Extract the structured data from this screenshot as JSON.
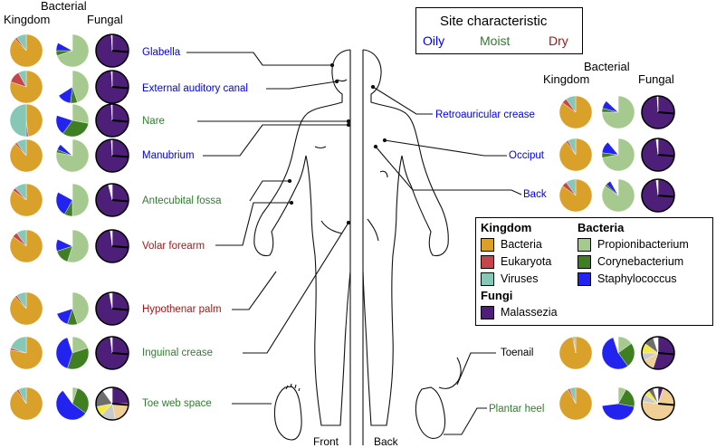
{
  "colors": {
    "bacteria": "#d9a12a",
    "eukaryota": "#c4464a",
    "viruses": "#86c7b6",
    "propionibacterium": "#a6c98f",
    "corynebacterium": "#3f7f21",
    "staphylococcus": "#2323f0",
    "malassezia": "#4e1f78",
    "oily": "#0000ee",
    "moist": "#2e7d2e",
    "dry": "#a01818",
    "fungal_other_1": "#efcf95",
    "fungal_other_2": "#c9c9c9",
    "fungal_other_3": "#f1ea47",
    "fungal_other_4": "#6e6e6e"
  },
  "headers": {
    "left_bacterial": "Bacterial",
    "left_kingdom": "Kingdom",
    "left_fungal": "Fungal",
    "right_bacterial": "Bacterial",
    "right_kingdom": "Kingdom",
    "right_fungal": "Fungal"
  },
  "site_characteristic": {
    "title": "Site characteristic",
    "oily": "Oily",
    "moist": "Moist",
    "dry": "Dry"
  },
  "body_labels": {
    "front": "Front",
    "back": "Back"
  },
  "sites": [
    {
      "name": "Glabella",
      "type": "oily"
    },
    {
      "name": "External auditory canal",
      "type": "oily"
    },
    {
      "name": "Nare",
      "type": "moist"
    },
    {
      "name": "Manubrium",
      "type": "oily"
    },
    {
      "name": "Antecubital fossa",
      "type": "moist"
    },
    {
      "name": "Volar forearm",
      "type": "dry"
    },
    {
      "name": "Hypothenar palm",
      "type": "dry"
    },
    {
      "name": "Inguinal crease",
      "type": "moist"
    },
    {
      "name": "Toe web space",
      "type": "moist"
    },
    {
      "name": "Retroauricular crease",
      "type": "oily"
    },
    {
      "name": "Occiput",
      "type": "oily"
    },
    {
      "name": "Back",
      "type": "oily"
    },
    {
      "name": "Toenail",
      "type": "none"
    },
    {
      "name": "Plantar heel",
      "type": "moist"
    }
  ],
  "legend": {
    "kingdom_title": "Kingdom",
    "kingdom_items": [
      "Bacteria",
      "Eukaryota",
      "Viruses"
    ],
    "bacteria_title": "Bacteria",
    "bacteria_items": [
      "Propionibacterium",
      "Corynebacterium",
      "Staphylococcus"
    ],
    "fungi_title": "Fungi",
    "fungi_items": [
      "Malassezia"
    ]
  },
  "pies": {
    "kingdom_keys": [
      "bacteria",
      "eukaryota",
      "viruses"
    ],
    "bacterial_keys": [
      "propionibacterium",
      "corynebacterium",
      "staphylococcus",
      "other"
    ],
    "fungal_keys": [
      "malassezia",
      "fungal_other_1",
      "fungal_other_2",
      "fungal_other_3",
      "fungal_other_4",
      "other"
    ],
    "left": [
      {
        "kingdom": [
          0.88,
          0.02,
          0.1
        ],
        "bacterial": [
          0.7,
          0.05,
          0.08,
          0.17
        ],
        "fungal": [
          0.99,
          0,
          0,
          0,
          0,
          0.01
        ]
      },
      {
        "kingdom": [
          0.8,
          0.12,
          0.08
        ],
        "bacterial": [
          0.45,
          0.07,
          0.14,
          0.34
        ],
        "fungal": [
          0.99,
          0,
          0,
          0,
          0,
          0.01
        ]
      },
      {
        "kingdom": [
          0.48,
          0.02,
          0.5
        ],
        "bacterial": [
          0.28,
          0.32,
          0.2,
          0.2
        ],
        "fungal": [
          0.99,
          0,
          0,
          0,
          0,
          0.01
        ]
      },
      {
        "kingdom": [
          0.88,
          0.02,
          0.1
        ],
        "bacterial": [
          0.78,
          0.03,
          0.06,
          0.13
        ],
        "fungal": [
          0.99,
          0,
          0,
          0,
          0,
          0.01
        ]
      },
      {
        "kingdom": [
          0.85,
          0.03,
          0.12
        ],
        "bacterial": [
          0.5,
          0.08,
          0.25,
          0.17
        ],
        "fungal": [
          0.96,
          0,
          0,
          0,
          0,
          0.04
        ]
      },
      {
        "kingdom": [
          0.85,
          0.05,
          0.1
        ],
        "bacterial": [
          0.55,
          0.15,
          0.12,
          0.18
        ],
        "fungal": [
          0.98,
          0,
          0,
          0,
          0,
          0.02
        ]
      },
      {
        "kingdom": [
          0.88,
          0.02,
          0.1
        ],
        "bacterial": [
          0.45,
          0.1,
          0.15,
          0.3
        ],
        "fungal": [
          0.97,
          0,
          0,
          0,
          0,
          0.03
        ]
      },
      {
        "kingdom": [
          0.78,
          0.02,
          0.2
        ],
        "bacterial": [
          0.2,
          0.35,
          0.4,
          0.05
        ],
        "fungal": [
          0.98,
          0,
          0,
          0,
          0,
          0.02
        ]
      },
      {
        "kingdom": [
          0.9,
          0.02,
          0.08
        ],
        "bacterial": [
          0.05,
          0.3,
          0.55,
          0.1
        ],
        "fungal": [
          0.25,
          0.22,
          0.15,
          0.1,
          0.18,
          0.1
        ]
      }
    ],
    "right": [
      {
        "kingdom": [
          0.85,
          0.05,
          0.1
        ],
        "bacterial": [
          0.75,
          0.04,
          0.08,
          0.13
        ],
        "fungal": [
          0.99,
          0,
          0,
          0,
          0,
          0.01
        ]
      },
      {
        "kingdom": [
          0.9,
          0.02,
          0.08
        ],
        "bacterial": [
          0.72,
          0.05,
          0.12,
          0.11
        ],
        "fungal": [
          0.98,
          0,
          0,
          0,
          0,
          0.02
        ]
      },
      {
        "kingdom": [
          0.85,
          0.05,
          0.1
        ],
        "bacterial": [
          0.85,
          0.02,
          0.05,
          0.08
        ],
        "fungal": [
          0.98,
          0,
          0,
          0,
          0,
          0.02
        ]
      },
      {
        "kingdom": [
          0.97,
          0.01,
          0.02
        ],
        "bacterial": [
          0.15,
          0.25,
          0.55,
          0.05
        ],
        "fungal": [
          0.55,
          0.12,
          0.08,
          0.1,
          0.1,
          0.05
        ]
      },
      {
        "kingdom": [
          0.92,
          0.02,
          0.06
        ],
        "bacterial": [
          0.08,
          0.2,
          0.45,
          0.27
        ],
        "fungal": [
          0.05,
          0.72,
          0.08,
          0.05,
          0.05,
          0.05
        ]
      }
    ]
  }
}
